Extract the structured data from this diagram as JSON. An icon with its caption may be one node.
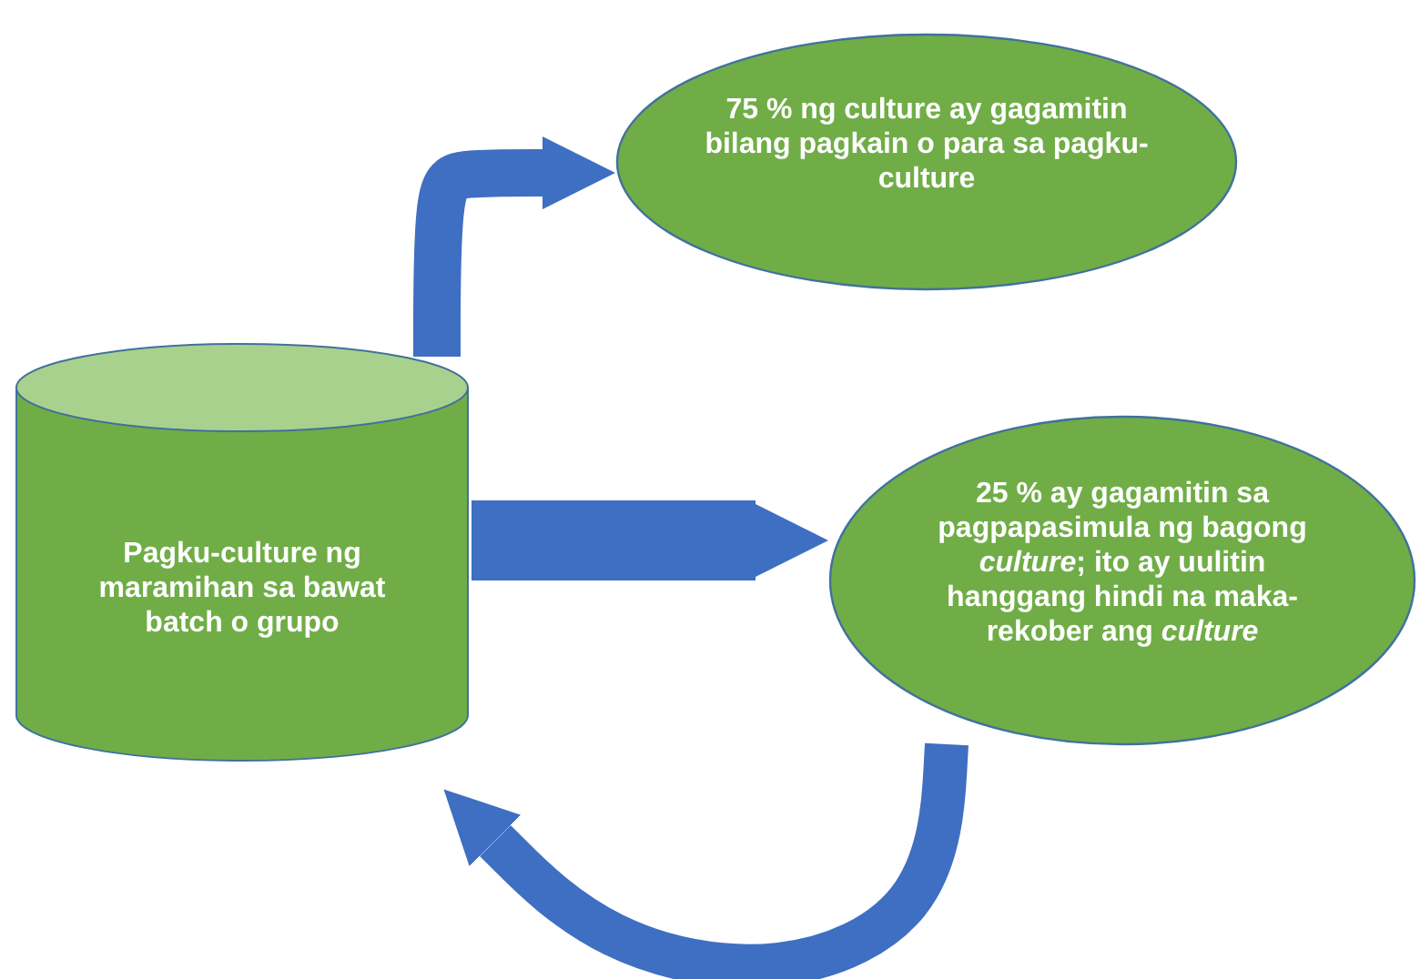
{
  "diagram": {
    "nodes": [
      {
        "text": [
          "Pagku-culture ng maramihan sa bawat batch o grupo"
        ]
      },
      {
        "text": [
          "75 % ng culture ay gagamitin bilang pagkain o para sa pagku-culture"
        ]
      },
      {
        "text": [
          "25 % ay gagamitin sa pagpapasimula ng bagong *culture*; ito ay uulitin hanggang hindi na maka-rekober ang *culture*"
        ]
      }
    ],
    "edges": [
      {
        "from": 0,
        "to": 1,
        "arrow": "to"
      },
      {
        "from": 0,
        "to": 2,
        "arrow": "to"
      },
      {
        "from": 2,
        "to": 0,
        "arrow": "to"
      }
    ]
  }
}
